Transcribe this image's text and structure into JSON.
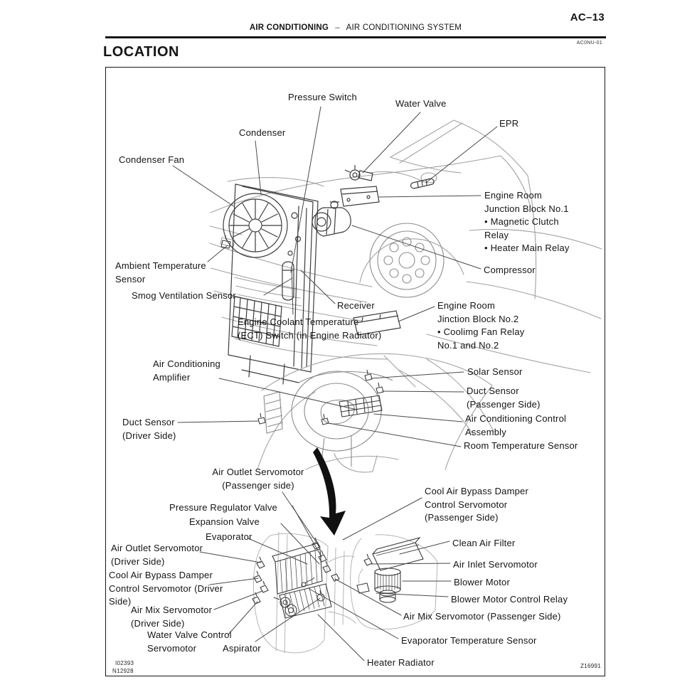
{
  "page": {
    "page_number": "AC–13",
    "section_bold": "AIR CONDITIONING",
    "section_separator": "–",
    "section_rest": "AIR CONDITIONING SYSTEM",
    "doc_code": "AC0NU-01",
    "title": "LOCATION"
  },
  "figure": {
    "colors": {
      "ink": "#141414",
      "line_dark": "#3c3c3c",
      "line_light": "#a2a2a2"
    },
    "codes": {
      "bottom_left_1": "I02393",
      "bottom_left_2": "N12928",
      "bottom_right": "Z16991"
    },
    "labels": [
      {
        "id": "pressure-switch",
        "text": "Pressure Switch"
      },
      {
        "id": "water-valve",
        "text": "Water Valve"
      },
      {
        "id": "epr",
        "text": "EPR"
      },
      {
        "id": "condenser",
        "text": "Condenser"
      },
      {
        "id": "condenser-fan",
        "text": "Condenser Fan"
      },
      {
        "id": "engine-room-junction-block-no1",
        "text": "Engine Room\nJunction Block No.1\n• Magnetic Clutch\nRelay\n• Heater Main Relay"
      },
      {
        "id": "compressor",
        "text": "Compressor"
      },
      {
        "id": "ambient-temperature-sensor",
        "text": "Ambient Temperature\nSensor"
      },
      {
        "id": "smog-ventilation-sensor",
        "text": "Smog Ventilation Sensor"
      },
      {
        "id": "receiver",
        "text": "Receiver"
      },
      {
        "id": "ect-switch",
        "text": "Engine Coolant Temperature\n(ECT) Switch (in Engine Radiator)"
      },
      {
        "id": "engine-room-junction-block-no2",
        "text": "Engine Room\nJinction Block No.2\n• Coolimg Fan Relay\nNo.1 and No.2"
      },
      {
        "id": "air-conditioning-amplifier",
        "text": "Air Conditioning\nAmplifier"
      },
      {
        "id": "solar-sensor",
        "text": "Solar Sensor"
      },
      {
        "id": "duct-sensor-passenger",
        "text": "Duct Sensor\n(Passenger Side)"
      },
      {
        "id": "air-conditioning-control-assembly",
        "text": "Air Conditioning Control\nAssembly"
      },
      {
        "id": "room-temperature-sensor",
        "text": "Room Temperature Sensor"
      },
      {
        "id": "duct-sensor-driver",
        "text": "Duct Sensor\n(Driver Side)"
      },
      {
        "id": "air-outlet-servomotor-passenger",
        "text": "Air Outlet Servomotor\n(Passenger side)"
      },
      {
        "id": "pressure-regulator-valve",
        "text": "Pressure Regulator Valve"
      },
      {
        "id": "expansion-valve",
        "text": "Expansion Valve"
      },
      {
        "id": "evaporator",
        "text": "Evaporator"
      },
      {
        "id": "air-outlet-servomotor-driver",
        "text": "Air Outlet Servomotor\n(Driver Side)"
      },
      {
        "id": "cool-air-bypass-damper-driver",
        "text": "Cool Air Bypass Damper\nControl Servomotor (Driver\nSide)"
      },
      {
        "id": "air-mix-servomotor-driver",
        "text": "Air Mix Servomotor\n(Driver Side)"
      },
      {
        "id": "water-valve-control-servomotor",
        "text": "Water Valve Control\nServomotor"
      },
      {
        "id": "aspirator",
        "text": "Aspirator"
      },
      {
        "id": "cool-air-bypass-damper-passenger",
        "text": "Cool Air Bypass Damper\nControl Servomotor\n(Passenger Side)"
      },
      {
        "id": "clean-air-filter",
        "text": "Clean Air Filter"
      },
      {
        "id": "air-inlet-servomotor",
        "text": "Air Inlet Servomotor"
      },
      {
        "id": "blower-motor",
        "text": "Blower Motor"
      },
      {
        "id": "blower-motor-control-relay",
        "text": "Blower Motor Control Relay"
      },
      {
        "id": "air-mix-servomotor-passenger",
        "text": "Air Mix Servomotor (Passenger Side)"
      },
      {
        "id": "evaporator-temperature-sensor",
        "text": "Evaporator Temperature Sensor"
      },
      {
        "id": "heater-radiator",
        "text": "Heater Radiator"
      }
    ]
  }
}
